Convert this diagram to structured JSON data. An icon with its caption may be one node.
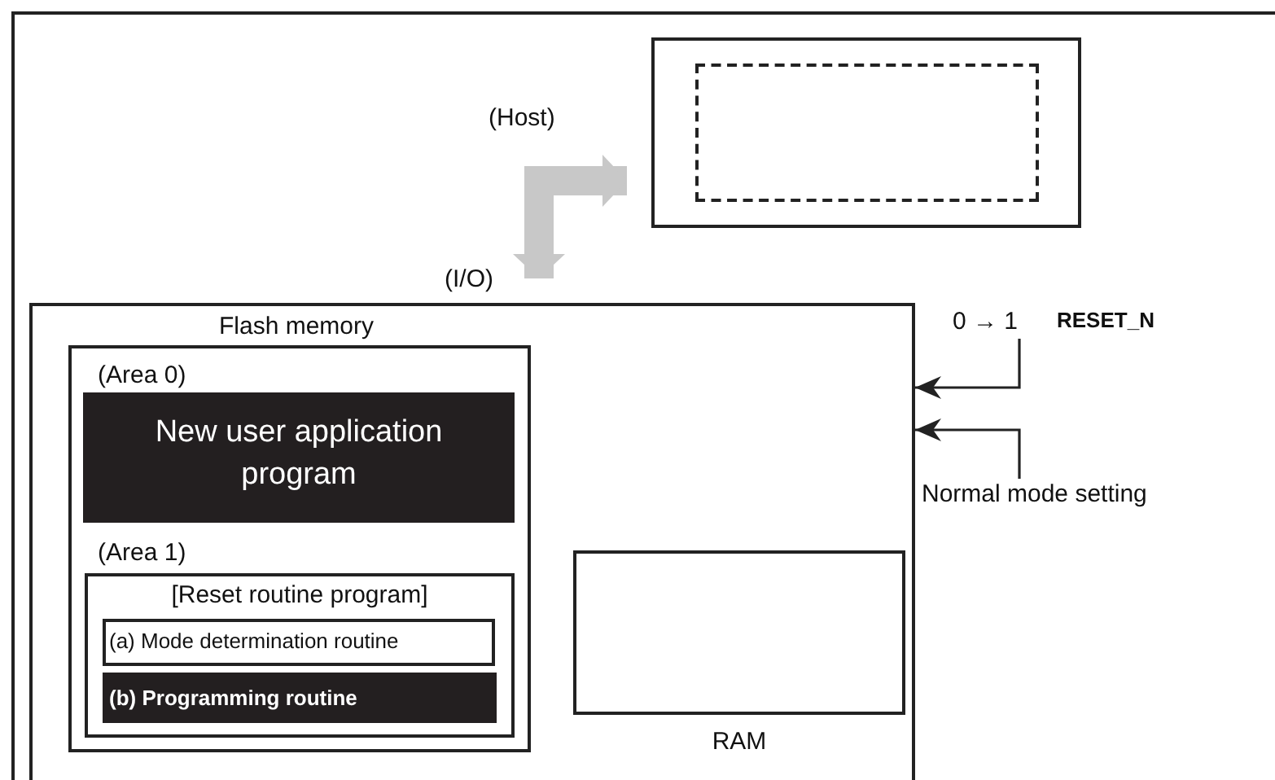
{
  "diagram": {
    "nodes": [
      {
        "text": [],
        "shape": "box",
        "beside": [
          "(Host)"
        ]
      },
      {
        "text": [],
        "shape": "box",
        "in": 0
      },
      {
        "text": [],
        "shape": "box"
      },
      {
        "text": [
          "Flash memory"
        ],
        "in": 2
      },
      {
        "text": [
          "New user application program"
        ],
        "beside": [
          "(Area 0)"
        ],
        "in": 3
      },
      {
        "text": [
          "[Reset routine program]"
        ],
        "beside": [
          "(Area 1)"
        ],
        "in": 3
      },
      {
        "text": [
          "(a) Mode determination routine"
        ],
        "in": 5
      },
      {
        "text": [
          "(b) Programming routine"
        ],
        "in": 5
      },
      {
        "text": [
          "RAM"
        ],
        "in": 2
      },
      {
        "text": [
          "0 → 1",
          "RESET_N"
        ]
      },
      {
        "text": [
          "Normal mode setting"
        ]
      }
    ],
    "edges": [
      {
        "from": 2,
        "to": 0,
        "arrow": "both",
        "style": "thick",
        "color": "#c8c8c8"
      },
      {
        "from": 9,
        "to": 2,
        "arrow": "to"
      },
      {
        "from": 10,
        "to": 2,
        "arrow": "to"
      }
    ],
    "labels": [
      "(I/O)"
    ]
  }
}
